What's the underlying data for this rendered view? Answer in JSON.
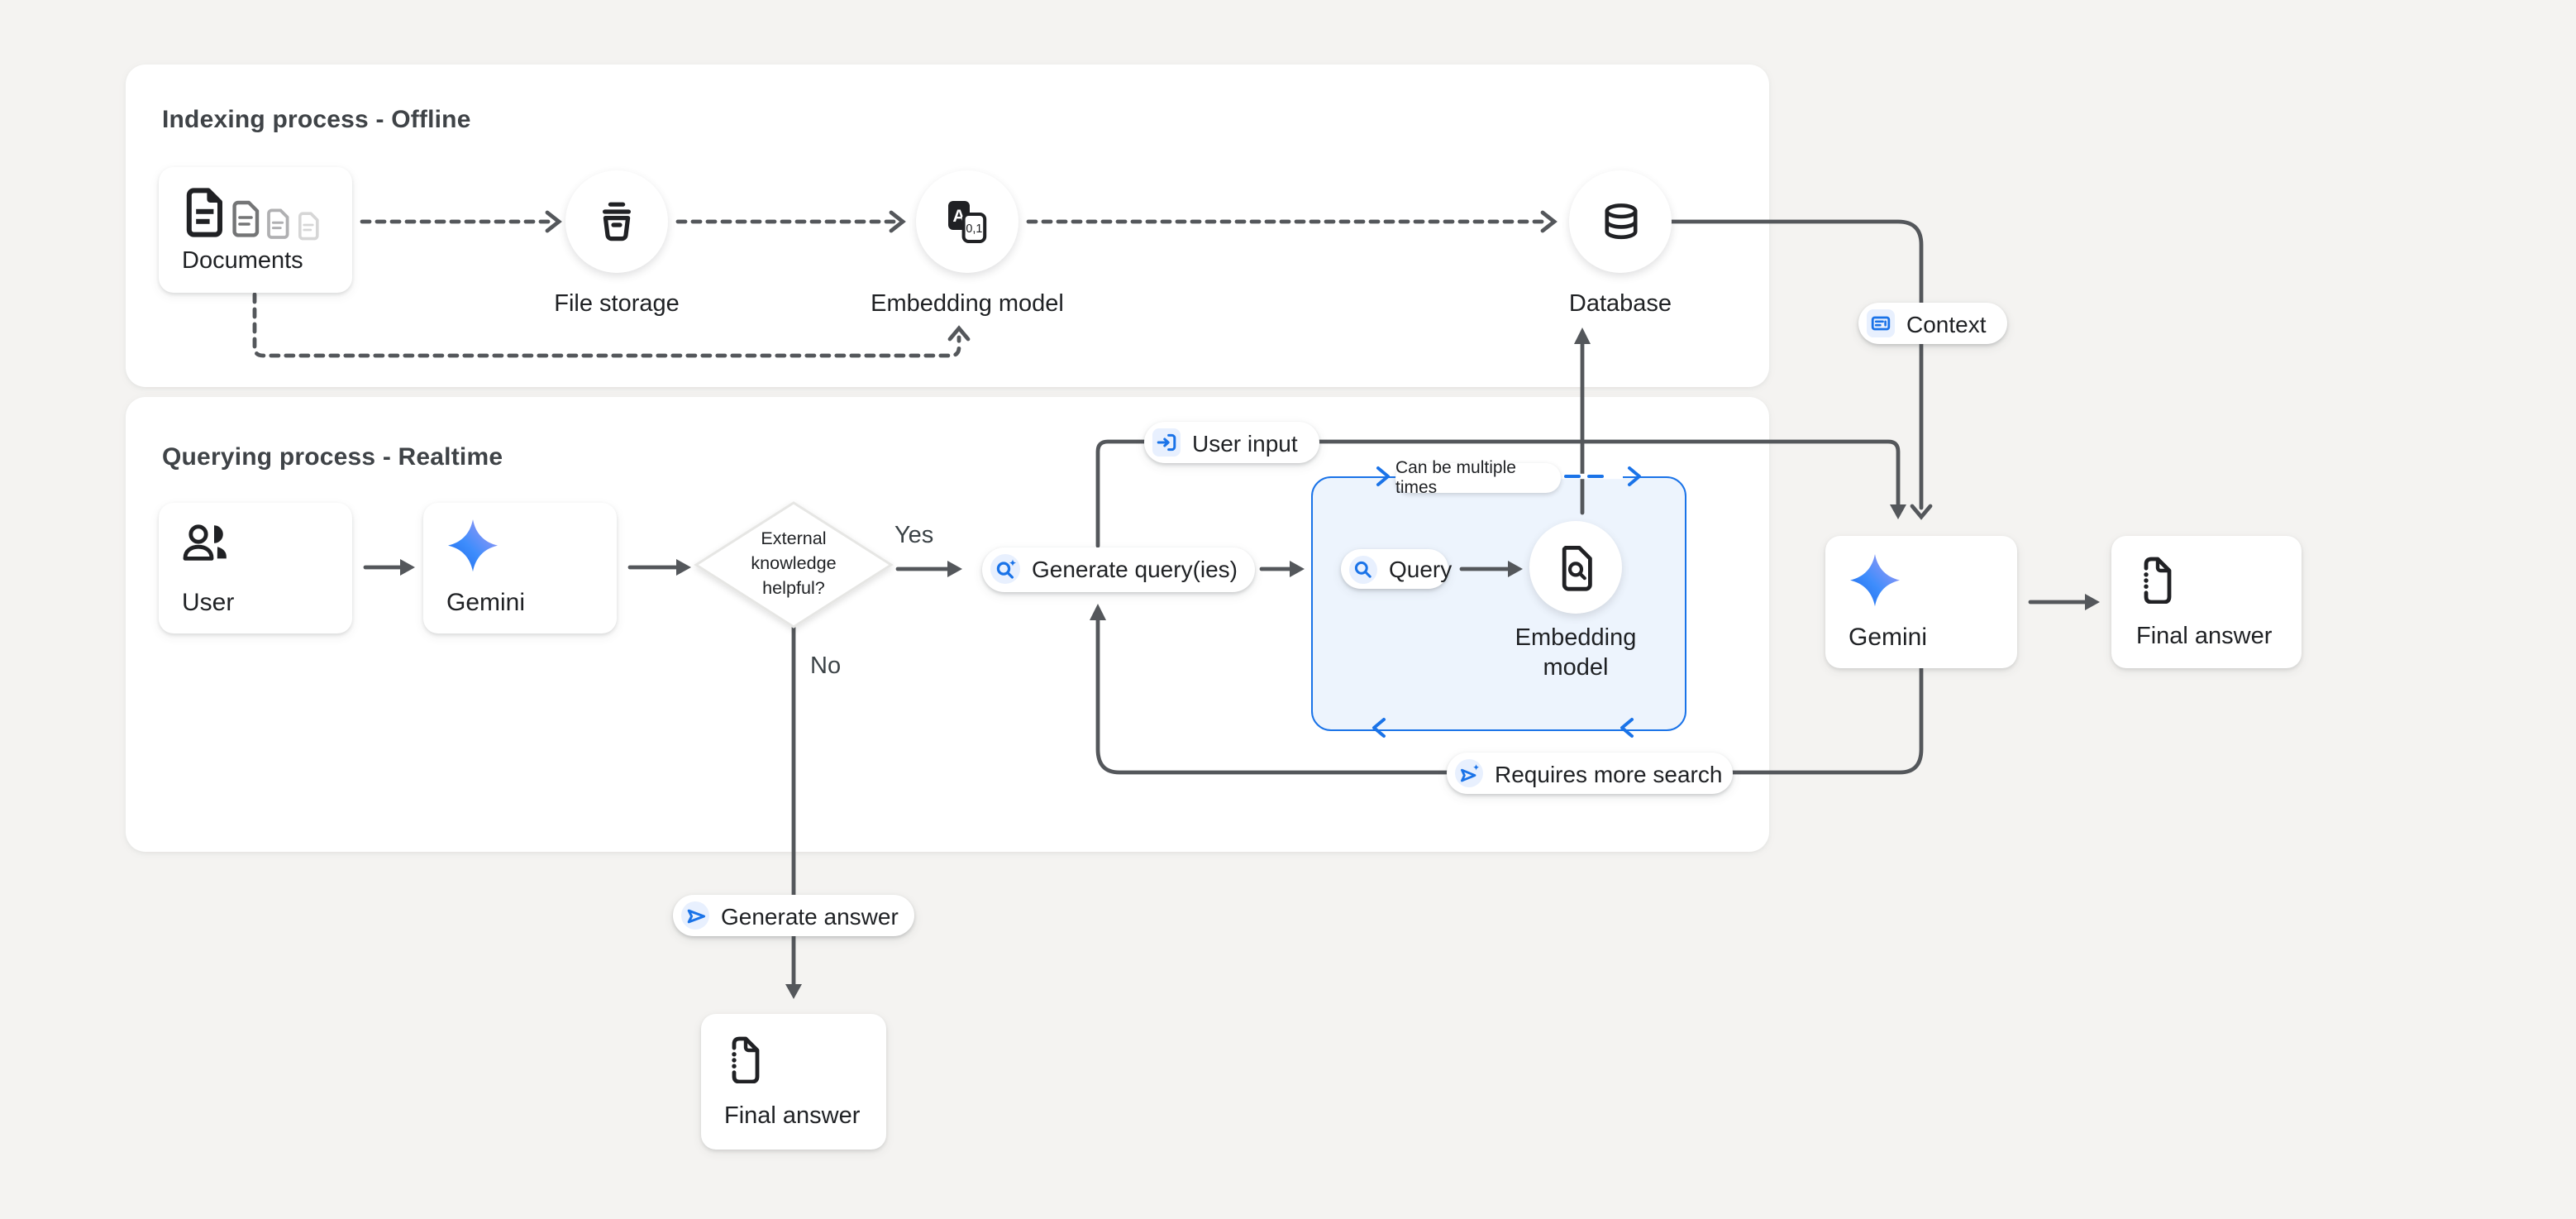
{
  "colors": {
    "page_bg": "#f4f3f1",
    "panel_bg": "#ffffff",
    "line_gray": "#54575b",
    "accent_blue": "#1a73e8",
    "chip_bg": "#e8f0fe",
    "bluebox_bg": "#edf4fd",
    "icon_dark": "#202124"
  },
  "indexing": {
    "title": "Indexing process - Offline",
    "documents_label": "Documents",
    "file_storage_label": "File storage",
    "embedding_model_label": "Embedding model",
    "database_label": "Database",
    "embedding_icon_letter": "A",
    "embedding_icon_digits": "0,1"
  },
  "querying": {
    "title": "Querying process - Realtime",
    "user_label": "User",
    "gemini_label": "Gemini",
    "decision_line1": "External",
    "decision_line2": "knowledge",
    "decision_line3": "helpful?",
    "yes_label": "Yes",
    "no_label": "No",
    "generate_queries_label": "Generate query(ies)",
    "query_label": "Query",
    "embedding_model_line1": "Embedding",
    "embedding_model_line2": "model",
    "loop_note_label": "Can be multiple times",
    "requires_more_search_label": "Requires more search",
    "generate_answer_label": "Generate answer",
    "final_answer_bottom_label": "Final answer"
  },
  "output": {
    "user_input_label": "User input",
    "context_label": "Context",
    "gemini_label": "Gemini",
    "final_answer_label": "Final answer"
  }
}
